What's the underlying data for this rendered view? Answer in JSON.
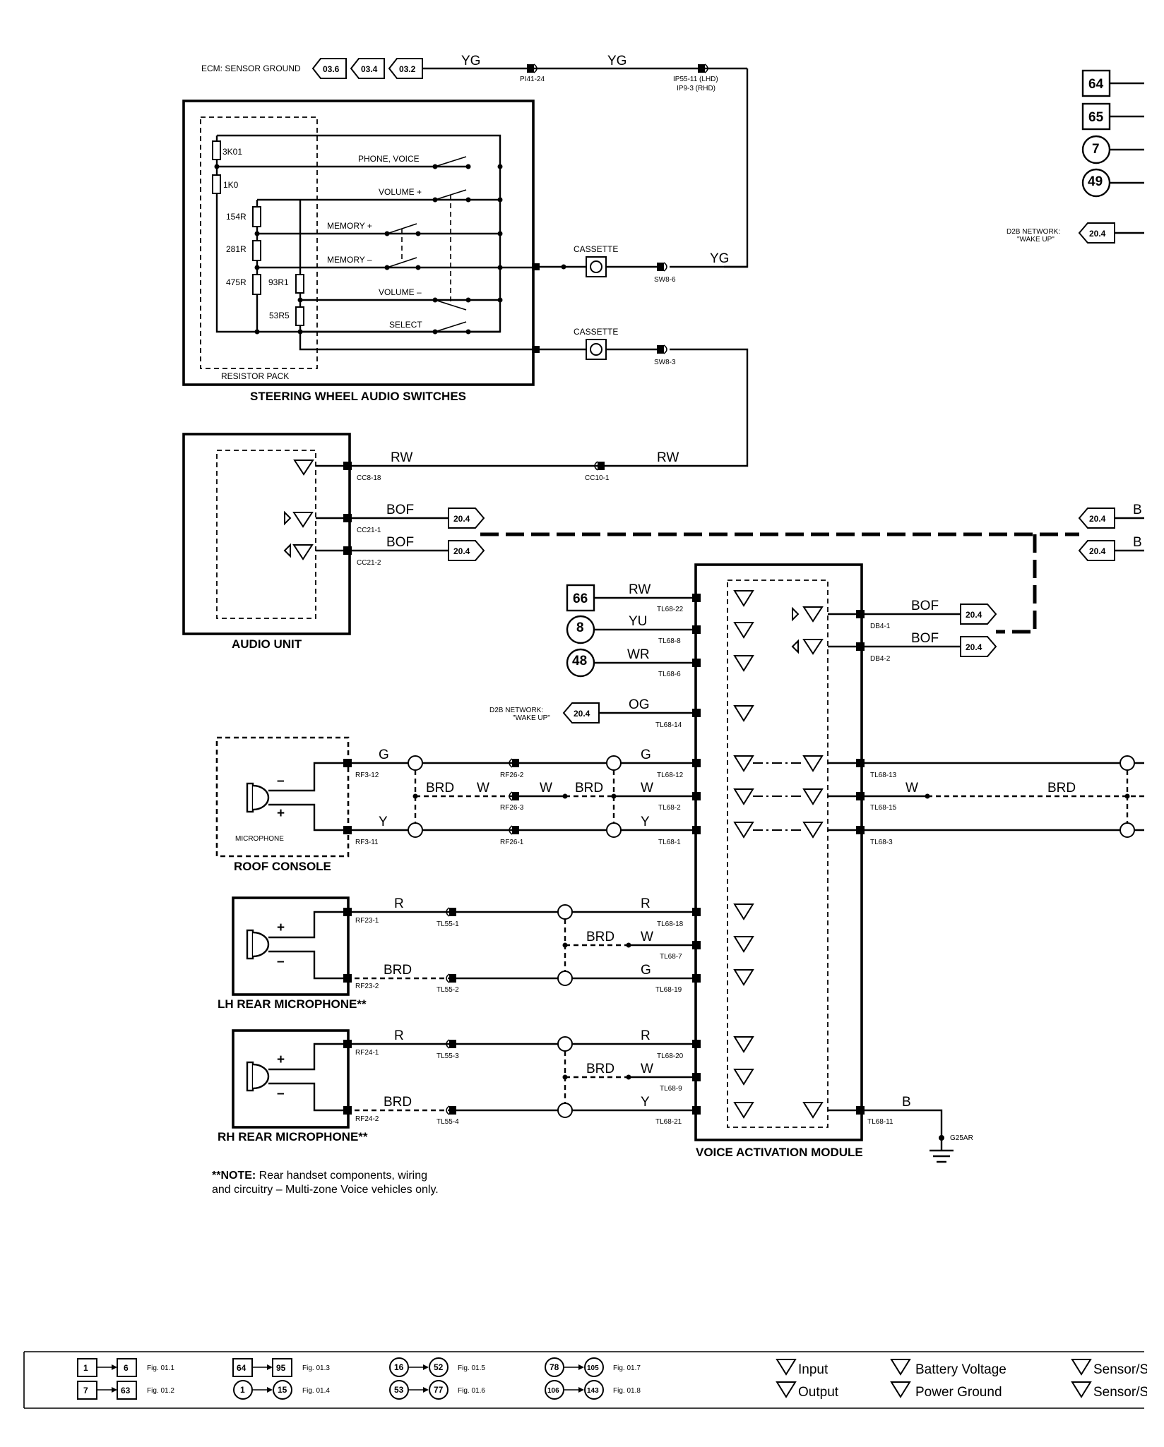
{
  "titles": {
    "switches": "STEERING WHEEL AUDIO SWITCHES",
    "resistor_pack": "RESISTOR PACK",
    "audio_unit": "AUDIO UNIT",
    "vam": "VOICE ACTIVATION MODULE",
    "roof_console": "ROOF CONSOLE",
    "microphone": "MICROPHONE",
    "lh_rear_mic": "LH REAR MICROPHONE**",
    "rh_rear_mic": "RH REAR MICROPHONE**"
  },
  "top": {
    "ecm_label": "ECM: SENSOR GROUND",
    "ecm_refs": [
      "03.6",
      "03.4",
      "03.2"
    ],
    "wire_yg": "YG",
    "pi41_24": "PI41-24",
    "ip55_lhd": "IP55-11 (LHD)",
    "ip9_rhd": "IP9-3 (RHD)"
  },
  "switch_labels": {
    "phone_voice": "PHONE, VOICE",
    "volume_plus": "VOLUME +",
    "memory_plus": "MEMORY +",
    "memory_minus": "MEMORY –",
    "volume_minus": "VOLUME –",
    "select": "SELECT"
  },
  "resistors": {
    "r3k01": "3K01",
    "r1k0": "1K0",
    "r154": "154R",
    "r281": "281R",
    "r475": "475R",
    "r93r1": "93R1",
    "r53r5": "53R5"
  },
  "cassette": {
    "label": "CASSETTE",
    "sw8_6": "SW8-6",
    "sw8_3": "SW8-3"
  },
  "wires": {
    "rw": "RW",
    "bof": "BOF",
    "yu": "YU",
    "wr": "WR",
    "og": "OG",
    "g": "G",
    "brd": "BRD",
    "w": "W",
    "y": "Y",
    "r": "R",
    "b": "B"
  },
  "connectors": {
    "cc8_18": "CC8-18",
    "cc10_1": "CC10-1",
    "cc21_1": "CC21-1",
    "cc21_2": "CC21-2",
    "tl68_22": "TL68-22",
    "tl68_8": "TL68-8",
    "tl68_6": "TL68-6",
    "tl68_14": "TL68-14",
    "tl68_12": "TL68-12",
    "tl68_2": "TL68-2",
    "tl68_1": "TL68-1",
    "tl68_13": "TL68-13",
    "tl68_15": "TL68-15",
    "tl68_3": "TL68-3",
    "tl68_18": "TL68-18",
    "tl68_7": "TL68-7",
    "tl68_19": "TL68-19",
    "tl68_20": "TL68-20",
    "tl68_9": "TL68-9",
    "tl68_21": "TL68-21",
    "tl68_11": "TL68-11",
    "db4_1": "DB4-1",
    "db4_2": "DB4-2",
    "rf3_12": "RF3-12",
    "rf3_11": "RF3-11",
    "rf26_2": "RF26-2",
    "rf26_3": "RF26-3",
    "rf26_1": "RF26-1",
    "rf23_1": "RF23-1",
    "rf23_2": "RF23-2",
    "rf24_1": "RF24-1",
    "rf24_2": "RF24-2",
    "tl55_1": "TL55-1",
    "tl55_2": "TL55-2",
    "tl55_3": "TL55-3",
    "tl55_4": "TL55-4",
    "g25ar": "G25AR"
  },
  "refs": {
    "r20_4": "20.4",
    "sq66": "66",
    "c8": "8",
    "c48": "48",
    "sq64": "64",
    "sq65": "65",
    "c7": "7",
    "c49": "49"
  },
  "d2b": {
    "line1": "D2B NETWORK:",
    "line2": "\"WAKE UP\""
  },
  "note": {
    "bold": "**NOTE:",
    "line1": " Rear handset components, wiring",
    "line2": "and circuitry – Multi-zone Voice vehicles only."
  },
  "legend": {
    "fig011": "Fig. 01.1",
    "fig012": "Fig. 01.2",
    "fig013": "Fig. 01.3",
    "fig014": "Fig. 01.4",
    "fig015": "Fig. 01.5",
    "fig016": "Fig. 01.6",
    "fig017": "Fig. 01.7",
    "fig018": "Fig. 01.8",
    "n1": "1",
    "n6": "6",
    "n7": "7",
    "n63": "63",
    "n64": "64",
    "n95": "95",
    "n1c": "1",
    "n15": "15",
    "n16": "16",
    "n52": "52",
    "n53": "53",
    "n77": "77",
    "n78": "78",
    "n105": "105",
    "n106": "106",
    "n143": "143",
    "input": "Input",
    "output": "Output",
    "battery": "Battery Voltage",
    "power_ground": "Power Ground",
    "sensor1": "Sensor/S",
    "sensor2": "Sensor/S"
  }
}
